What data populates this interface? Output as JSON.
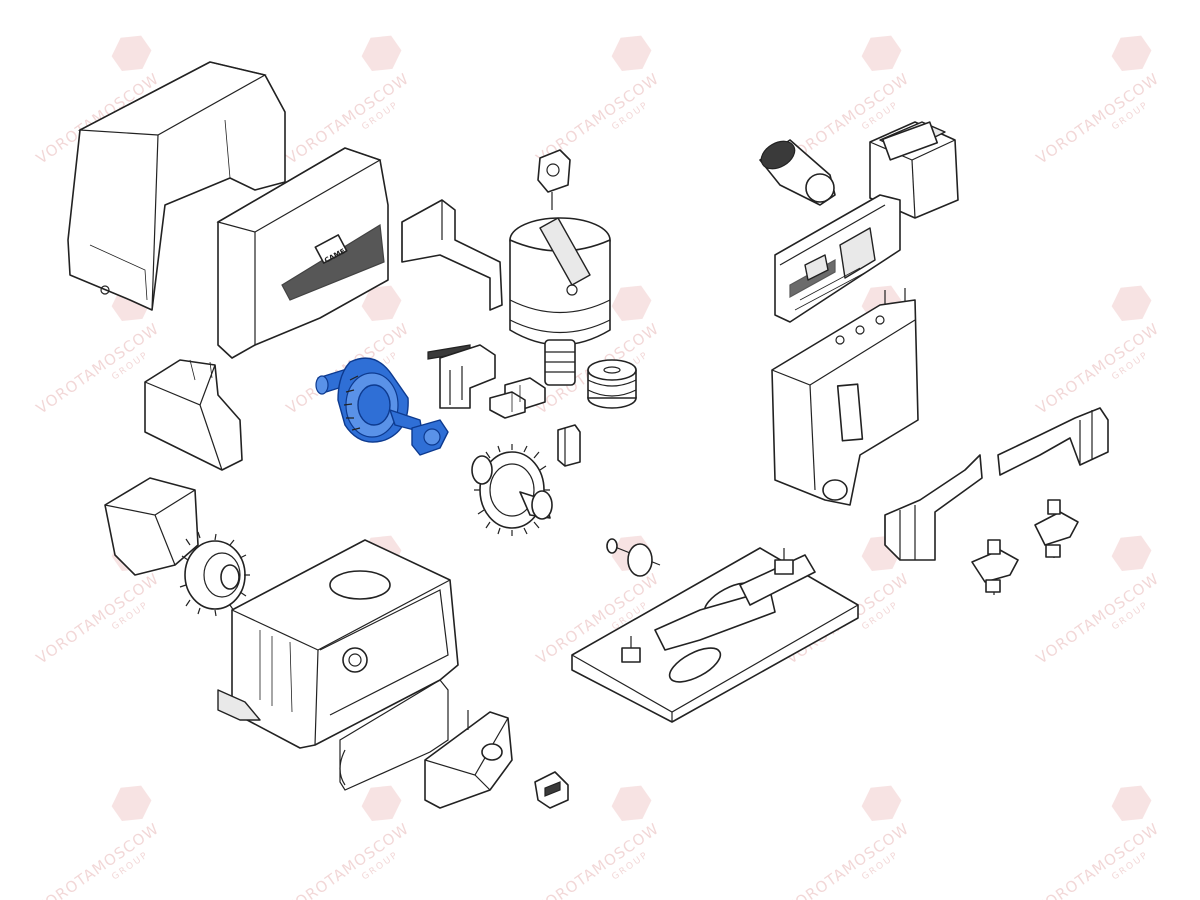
{
  "diagram": {
    "logo_text": "CAME"
  },
  "watermark": {
    "main": "VOROTAMOSCOW",
    "sub": "GROUP"
  },
  "colors": {
    "highlight": "#2f6fd6",
    "watermark": "#e8b8b8",
    "line": "#222222"
  }
}
